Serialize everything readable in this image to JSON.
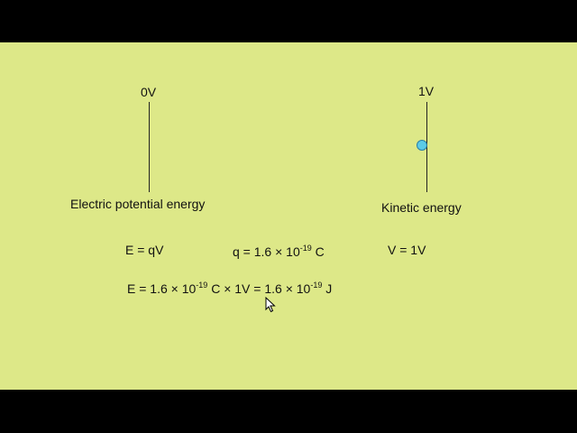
{
  "diagram": {
    "left_plate_label": "0V",
    "right_plate_label": "1V",
    "left_caption": "Electric potential energy",
    "right_caption": "Kinetic energy"
  },
  "equations": {
    "energy_formula": "E = qV",
    "charge_prefix": "q = 1.6 × 10",
    "charge_exponent": "-19",
    "charge_unit": " C",
    "voltage": "V = 1V",
    "calc_part1": "E = 1.6 × 10",
    "calc_exp1": "-19",
    "calc_part2": " C × 1V = 1.6 × 10",
    "calc_exp2": "-19",
    "calc_part3": " J"
  },
  "colors": {
    "slide_background": "#dde888",
    "particle_fill": "#5ccbe6"
  },
  "icons": [
    "mouse-cursor-icon"
  ]
}
